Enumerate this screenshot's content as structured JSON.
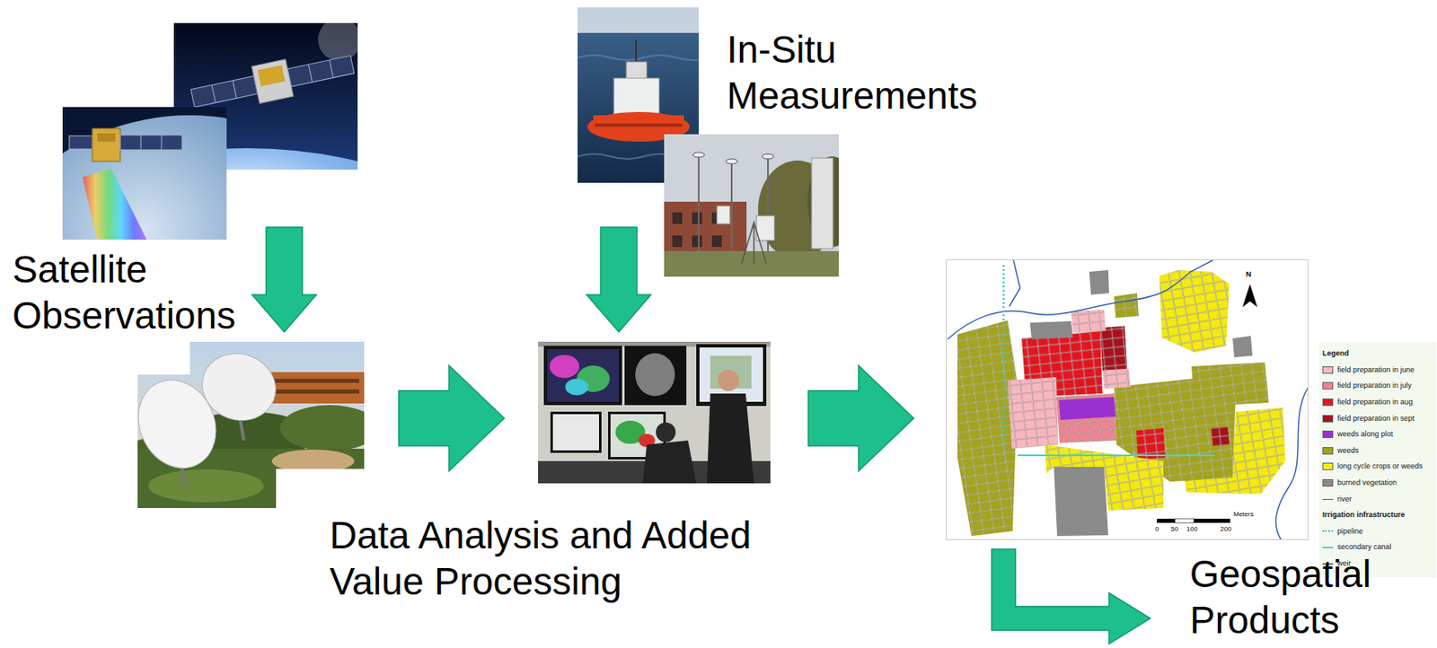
{
  "diagram": {
    "nodes": [
      {
        "text": [
          "Satellite Observations"
        ]
      },
      {
        "text": [
          "In-Situ Measurements"
        ]
      },
      {
        "text": [
          "Data Analysis and Added Value Processing"
        ]
      },
      {
        "text": [
          "Legend"
        ]
      },
      {
        "text": [
          "Geospatial Products"
        ]
      }
    ],
    "edges": [
      {
        "from": 0,
        "to": 2,
        "arrow": "to"
      },
      {
        "from": 1,
        "to": 2,
        "arrow": "to"
      },
      {
        "from": 2,
        "to": 3,
        "arrow": "to"
      },
      {
        "from": 3,
        "to": 4,
        "arrow": "to"
      }
    ],
    "labels": [
      "Irrigation infrastructure",
      "N",
      "0",
      "50",
      "100",
      "200",
      "Meters"
    ],
    "legend": [
      {
        "text": "field preparation in june",
        "color": "#f7b7c0"
      },
      {
        "text": "field preparation in july",
        "color": "#ee8490"
      },
      {
        "text": "field preparation in aug",
        "color": "#e3141e"
      },
      {
        "text": "field preparation in sept",
        "color": "#a8101c"
      },
      {
        "text": "weeds along plot",
        "color": "#9b30d0"
      },
      {
        "text": "weeds",
        "color": "#a3a31c"
      },
      {
        "text": "long cycle crops or weeds",
        "color": "#f4ea10"
      },
      {
        "text": "burned vegetation",
        "color": "#8a8a8a"
      },
      {
        "text": "river"
      },
      {
        "text": "pipeline"
      },
      {
        "text": "secondary canal"
      },
      {
        "text": "weir"
      }
    ]
  }
}
